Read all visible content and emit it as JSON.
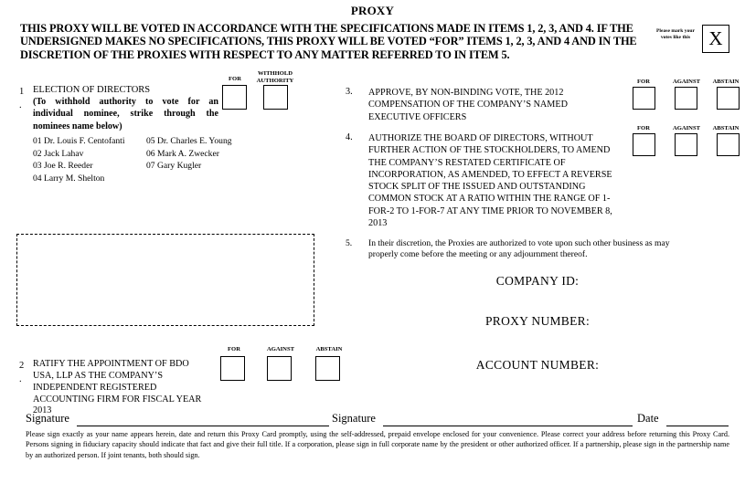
{
  "document": {
    "title": "PROXY",
    "header_paragraph": "THIS PROXY WILL BE VOTED IN ACCORDANCE WITH THE SPECIFICATIONS MADE IN ITEMS 1, 2, 3, AND 4.  IF THE UNDERSIGNED MAKES NO SPECIFICATIONS, THIS PROXY WILL BE VOTED “FOR” ITEMS 1, 2, 3, AND 4 AND IN THE DISCRETION OF THE PROXIES WITH RESPECT TO ANY MATTER REFERRED TO IN ITEM 5."
  },
  "mark_instruction": {
    "text": "Please mark your votes like this",
    "example_mark": "X"
  },
  "item1": {
    "number": "1",
    "number_dot": ".",
    "title": "ELECTION OF DIRECTORS",
    "instruction": "(To withhold authority to vote for an individual nominee, strike through the nominees name below)",
    "vote_labels": {
      "for": "FOR",
      "withhold_authority": "WITHHOLD AUTHORITY"
    },
    "nominees_left": [
      "01 Dr. Louis F. Centofanti",
      "02 Jack Lahav",
      "03 Joe R. Reeder",
      "04 Larry M. Shelton"
    ],
    "nominees_right": [
      "05 Dr. Charles E. Young",
      "06 Mark A. Zwecker",
      "07 Gary Kugler"
    ]
  },
  "item2": {
    "number": "2",
    "number_dot": ".",
    "text": "RATIFY THE APPOINTMENT OF BDO USA, LLP AS THE COMPANY’S INDEPENDENT REGISTERED ACCOUNTING FIRM FOR FISCAL YEAR 2013",
    "vote_labels": {
      "for": "FOR",
      "against": "AGAINST",
      "abstain": "ABSTAIN"
    }
  },
  "item3": {
    "number": "3.",
    "text": "APPROVE, BY NON-BINDING VOTE, THE 2012 COMPENSATION OF THE COMPANY’S NAMED EXECUTIVE OFFICERS",
    "vote_labels": {
      "for": "FOR",
      "against": "AGAINST",
      "abstain": "ABSTAIN"
    }
  },
  "item4": {
    "number": "4.",
    "text": "AUTHORIZE THE BOARD OF DIRECTORS, WITHOUT FURTHER ACTION OF THE STOCKHOLDERS, TO AMEND THE COMPANY’S RESTATED CERTIFICATE OF INCORPORATION, AS AMENDED,  TO EFFECT A REVERSE STOCK SPLIT OF THE ISSUED AND OUTSTANDING COMMON STOCK AT A RATIO WITHIN THE RANGE OF 1-FOR-2 TO 1-FOR-7 AT ANY TIME PRIOR TO NOVEMBER 8, 2013",
    "vote_labels": {
      "for": "FOR",
      "against": "AGAINST",
      "abstain": "ABSTAIN"
    }
  },
  "item5": {
    "number": "5.",
    "text": "In their discretion, the Proxies are authorized to vote upon such other business as may properly come before the meeting or any adjournment thereof."
  },
  "identifiers": {
    "company_id": "COMPANY ID:",
    "proxy_number": "PROXY NUMBER:",
    "account_number": "ACCOUNT NUMBER:"
  },
  "signature_block": {
    "signature1_label": "Signature",
    "signature2_label": "Signature",
    "date_label": "Date"
  },
  "footer": {
    "text": "Please sign exactly as your name appears herein, date and return this Proxy Card promptly, using the self-addressed, prepaid envelope enclosed for your convenience.  Please correct your address before returning this Proxy Card.   Persons signing in fiduciary capacity should indicate that fact and give their full title.  If a corporation, please sign in full corporate name by the president or other authorized officer.  If a partnership, please sign in the partnership name by an authorized person.  If joint tenants, both should sign."
  },
  "colors": {
    "ink": "#000000",
    "paper": "#ffffff"
  }
}
